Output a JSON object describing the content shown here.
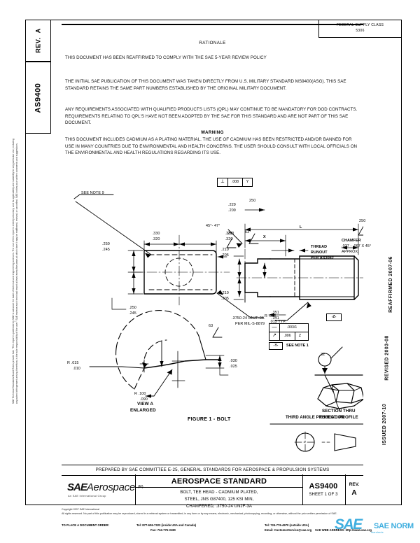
{
  "document": {
    "rev_label": "REV.",
    "rev_value": "A",
    "standard_number": "AS9400",
    "fsc_title": "FEDERAL SUPPLY CLASS",
    "fsc_value": "5306"
  },
  "rationale": {
    "heading": "RATIONALE",
    "reaffirm_text": "THIS DOCUMENT HAS BEEN REAFFIRMED TO COMPLY WITH THE SAE 5-YEAR REVIEW POLICY",
    "para_initial": "THE INITIAL SAE PUBLICATION OF THIS DOCUMENT WAS TAKEN DIRECTLY FROM U.S. MILITARY STANDARD MS9400(ASG). THIS SAE STANDARD RETAINS THE SAME PART NUMBERS  ESTABLISHED BY THE ORIGINAL MILITARY DOCUMENT.",
    "para_qpl": "ANY REQUIREMENTS ASSOCIATED WITH QUALIFIED PRODUCTS LISTS (QPL) MAY CONTINUE TO BE MANDATORY FOR DOD CONTRACTS. REQUIREMENTS RELATING TO QPL'S HAVE NOT BEEN  ADOPTED BY THE SAE FOR THIS STANDARD AND ARE NOT PART OF THIS SAE DOCUMENT."
  },
  "warning": {
    "heading": "WARNING",
    "text": "THIS DOCUMENT INCLUDES CADMIUM AS A PLATING MATERIAL. THE USE OF CADMIUM HAS BEEN RESTRICTED AND/OR BANNED FOR USE IN MANY COUNTRIES DUE TO ENVIRONMENTAL AND HEALTH CONCERNS.  THE USER SHOULD CONSULT WITH LOCAL OFFICIALS ON THE ENVIRONMENTAL AND HEALTH REGULATIONS REGARDING ITS USE."
  },
  "dates": {
    "reaffirmed": "REAFFIRMED 2007-06",
    "revised": "REVISED 2003-08",
    "issued": "ISSUED 2007-10"
  },
  "margin_note": "SAE Technical Standards Board Rules provide that: “This report is published by SAE to advance the state of technical and engineering sciences. The use of this report is entirely voluntary, and its applicability and suitability for any particular use, including any patent infringement arising therefrom, is the sole responsibility of the user.”   SAE reviews each technical report at least every five years at which time it may be reaffirmed, revised, or cancelled. SAE invites your written comments and suggestions.",
  "drawing": {
    "figure_caption": "FIGURE 1 - BOLT",
    "view_a_line1": "VIEW A",
    "view_a_line2": "ENLARGED",
    "section_line1": "SECTION THRU",
    "section_line2": "THREAD PROFILE",
    "projection_label": "THIRD ANGLE PROJECTION",
    "annotations": [
      {
        "id": "see-note-9",
        "text": "SEE NOTE 9"
      },
      {
        "id": "dim-330-320-l",
        "text_top": ".330",
        "text_bot": ".320"
      },
      {
        "id": "dim-330-320-r",
        "text_top": ".330",
        "text_bot": ".320"
      },
      {
        "id": "dim-250-245-l",
        "text_top": ".250",
        "text_bot": ".245"
      },
      {
        "id": "dim-250-245-b",
        "text_top": ".250",
        "text_bot": ".245"
      },
      {
        "id": "finish-250-a",
        "text": "250"
      },
      {
        "id": "finish-250-top",
        "text": "250"
      },
      {
        "id": "finish-250-right",
        "text": "250"
      },
      {
        "id": "dim-229-209",
        "text_top": ".229",
        "text_bot": ".209"
      },
      {
        "id": "angle-45-47",
        "text": "45°- 47°"
      },
      {
        "id": "dim-210-205-t",
        "text_top": ".210",
        "text_bot": ".205"
      },
      {
        "id": "dim-210-205-b",
        "text_top": ".210",
        "text_bot": ".205"
      },
      {
        "id": "finish-63-left",
        "text": "63"
      },
      {
        "id": "finish-63-right",
        "text": "63"
      },
      {
        "id": "radius-035-015",
        "text": "R .035",
        "text_bot": ".015 TYP."
      },
      {
        "id": "radius-015-010",
        "text_top": "R .015",
        "text_bot": ".010"
      },
      {
        "id": "radius-100-090",
        "text_top": "R .100",
        "text_bot": ".090"
      },
      {
        "id": "dim-030-025",
        "text_top": ".030",
        "text_bot": ".025"
      },
      {
        "id": "dim-351-341",
        "text_top": ".351",
        "text_bot": ".341"
      },
      {
        "id": "dim-L",
        "text": "L"
      },
      {
        "id": "dim-X",
        "text": "X"
      },
      {
        "id": "thread-runout",
        "line1": "THREAD",
        "line2": "RUNOUT",
        "line3": "PER AS3082"
      },
      {
        "id": "chamfer-note",
        "line1": "CHAMFER",
        "line2": ".037 - .067 X 45°",
        "line3": "APPROX."
      },
      {
        "id": "thread-spec",
        "line1": ".3750-24 UNJF-3A",
        "line2": "PER MIL-S-8879"
      },
      {
        "id": "datum-z",
        "text": "-Z-"
      },
      {
        "id": "datum-y-box",
        "text": "-Y-"
      },
      {
        "id": "see-note-1",
        "text": "SEE NOTE 1"
      },
      {
        "id": "fcf-perp-y",
        "sym": "⟂",
        "tol": ".008",
        "datum": "Y"
      },
      {
        "id": "fcf-flat",
        "sym": "—",
        "tol": ".003/1"
      },
      {
        "id": "fcf-runout",
        "sym": "↗",
        "tol": ".006",
        "datum": "Z"
      },
      {
        "id": "finish-32",
        "text": "32"
      }
    ]
  },
  "prepared_by": "PREPARED BY SAE COMMITTEE E-25, GENERAL STANDARDS FOR AEROSPACE & PROPULSION SYSTEMS",
  "title_block": {
    "logo_sae": "SAE",
    "logo_aerospace": "Aerospace",
    "logo_sub": "An SAE International Group",
    "heading": "AEROSPACE STANDARD",
    "fr_tag": "(R)",
    "desc_line1": "BOLT, TEE HEAD - CADMIUM PLATED,",
    "desc_line2": "STEEL, JNS G87400, 125 KSI MIN,",
    "desc_line3": "CHAMFERED, .3750-24 UNJF-3A",
    "number": "AS9400",
    "sheet": "SHEET 1 OF 3",
    "rev_label": "REV.",
    "rev_value": "A"
  },
  "footer": {
    "copyright": "Copyright 2007 SAE International",
    "rights": "All rights reserved. No part of this publication may be reproduced, stored in a retrieval system or transmitted, in any form or by any means, electronic, mechanical, photocopying, recording, or otherwise, without the prior written permission of SAE.",
    "order_label": "TO PLACE A DOCUMENT ORDER:",
    "tel_inside": "Tel: 877-606-7323 (inside USA and Canada)",
    "tel_outside": "Tel: 724-776-4970 (outside USA)",
    "fax": "Fax: 724-776-3180",
    "email": "Email: CustomerService@sae.org",
    "web": "SAE WEB ADDRESS: http://www.sae.org",
    "watermark_sae": "SAE",
    "watermark_text": "SAE NORM",
    "watermark_sub": "standards"
  },
  "colors": {
    "ink": "#000000",
    "paper": "#ffffff",
    "watermark": "#2fa8dd",
    "backdrop": "#8a8a8a"
  }
}
